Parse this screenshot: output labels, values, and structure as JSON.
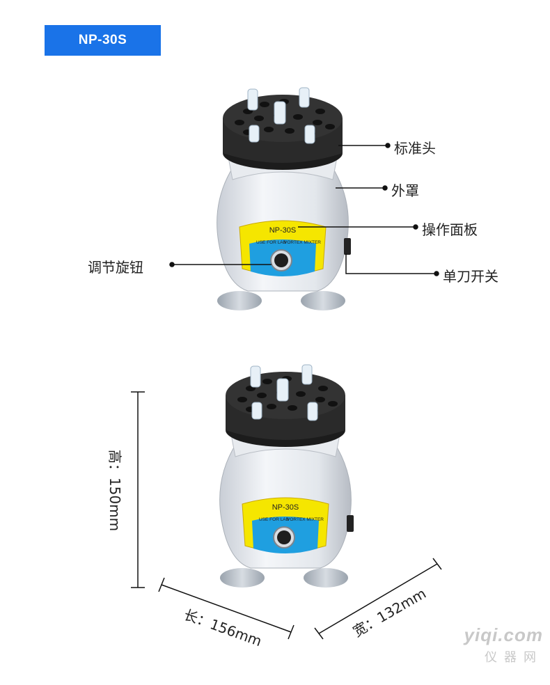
{
  "model_badge": "NP-30S",
  "device_panel": {
    "model": "NP-30S",
    "left_text": "USE FOR LAB",
    "right_text": "VORTEX  MIXTER"
  },
  "callouts": {
    "standard_head": "标准头",
    "cover": "外罩",
    "control_panel": "操作面板",
    "knob": "调节旋钮",
    "switch": "单刀开关"
  },
  "dimensions": {
    "height": "高：150mm",
    "length": "长：156mm",
    "width": "宽：132mm"
  },
  "watermark": {
    "main": "yiqi.com",
    "sub": "仪器网"
  },
  "colors": {
    "badge_blue": "#1a73e8",
    "panel_yellow": "#f5e600",
    "panel_blue": "#1f9fe0",
    "foam_black": "#2a2a2a",
    "body_white": "#eef1f5"
  }
}
